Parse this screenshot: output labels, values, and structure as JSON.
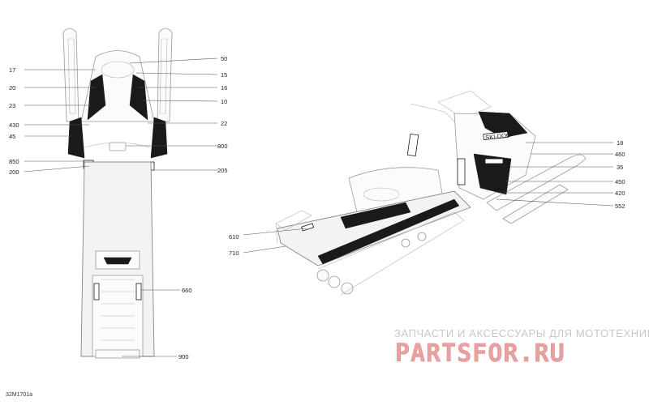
{
  "diagram": {
    "reference_code": "32M1701a",
    "callouts_top_view": {
      "left": [
        "17",
        "20",
        "23",
        "430",
        "45",
        "850",
        "200"
      ],
      "right": [
        "50",
        "15",
        "16",
        "10",
        "22",
        "800",
        "205",
        "660",
        "900"
      ]
    },
    "callouts_side_view": {
      "left": [
        "610",
        "710"
      ],
      "right": [
        "18",
        "460",
        "35",
        "450",
        "420",
        "552"
      ]
    },
    "decal_text": "SKI-DOO"
  },
  "watermark": {
    "caption": "ЗАПЧАСТИ И АКСЕССУАРЫ ДЛЯ МОТОТЕХНИКИ",
    "logo_text": "PARTSFOR.RU",
    "logo_color": "#e8a0a0"
  }
}
